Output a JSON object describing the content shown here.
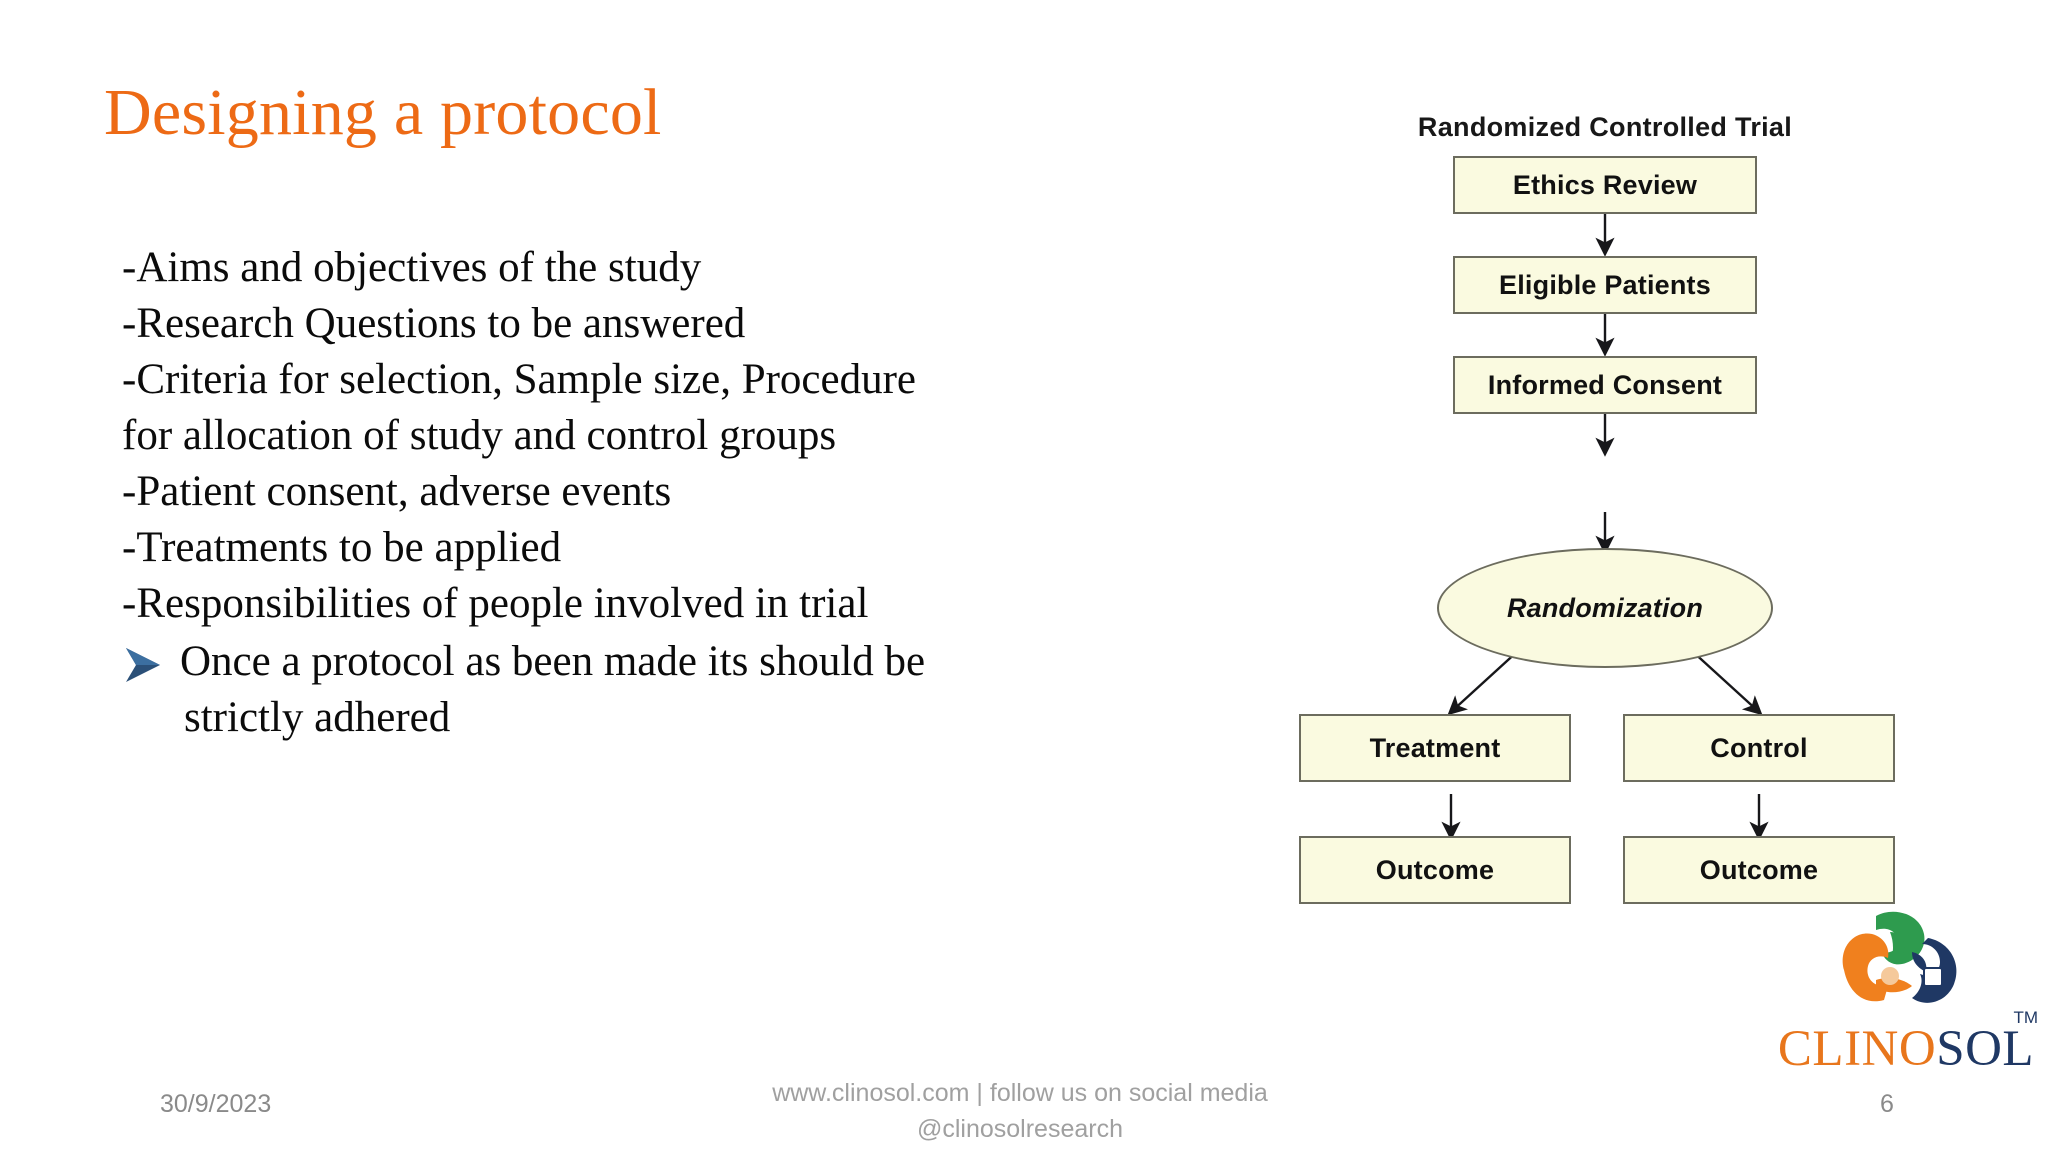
{
  "slide": {
    "title": "Designing a protocol",
    "background_color": "#ffffff",
    "title_color": "#ED6A15"
  },
  "body": {
    "dash_lines": [
      "-Aims and objectives of the study",
      "-Research Questions to be answered",
      "-Criteria for selection, Sample size, Procedure",
      "for allocation of study and control groups",
      "-Patient consent, adverse events",
      "-Treatments to be applied",
      "-Responsibilities of people involved in trial"
    ],
    "chevron_item": {
      "bullet_glyph": "chevron-arrow",
      "bullet_color": "#2B5078",
      "line1": "Once a protocol as been made its should be",
      "line2": "strictly adhered"
    }
  },
  "diagram": {
    "title": "Randomized Controlled Trial",
    "node_fill": "#FAFAE0",
    "node_border": "#6c6c5e",
    "nodes": [
      {
        "id": "ethics",
        "label": "Ethics Review",
        "shape": "rect"
      },
      {
        "id": "eligible",
        "label": "Eligible Patients",
        "shape": "rect"
      },
      {
        "id": "consent",
        "label": "Informed Consent",
        "shape": "rect"
      },
      {
        "id": "random",
        "label": "Randomization",
        "shape": "ellipse"
      },
      {
        "id": "treatment",
        "label": "Treatment",
        "shape": "rect"
      },
      {
        "id": "control",
        "label": "Control",
        "shape": "rect"
      },
      {
        "id": "outcome_t",
        "label": "Outcome",
        "shape": "rect"
      },
      {
        "id": "outcome_c",
        "label": "Outcome",
        "shape": "rect"
      }
    ],
    "edges": [
      {
        "from": "ethics",
        "to": "eligible"
      },
      {
        "from": "eligible",
        "to": "consent"
      },
      {
        "from": "consent",
        "to": "random"
      },
      {
        "from": "random",
        "to": "treatment"
      },
      {
        "from": "random",
        "to": "control"
      },
      {
        "from": "treatment",
        "to": "outcome_t"
      },
      {
        "from": "control",
        "to": "outcome_c"
      }
    ]
  },
  "logo": {
    "word_first": "CLINO",
    "word_second": "SOL",
    "trademark": "TM",
    "color_first": "#E8761C",
    "color_second": "#1F3864",
    "hand_green": "#2E9B4E",
    "hand_orange": "#F0801E",
    "hand_navy": "#1F3864"
  },
  "footer": {
    "date": "30/9/2023",
    "center_line1": "www.clinosol.com | follow us on social media",
    "center_line2": "@clinosolresearch",
    "page_number": "6"
  }
}
